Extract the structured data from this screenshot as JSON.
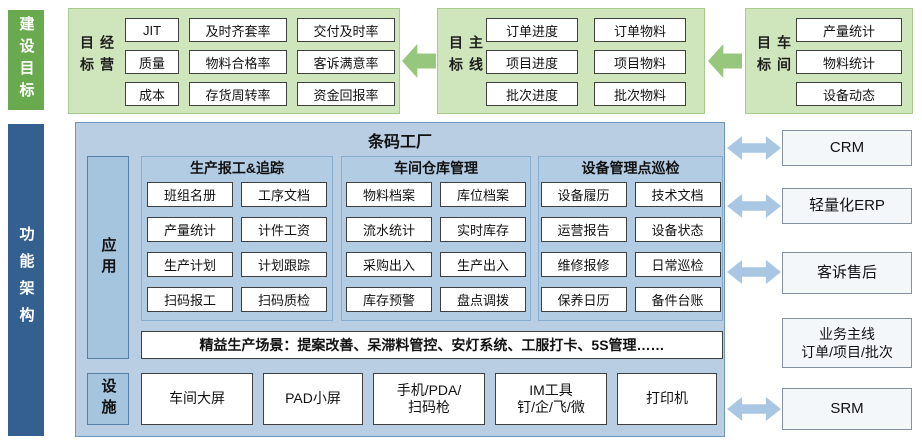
{
  "top": {
    "side_label": "建设目标",
    "groups": [
      {
        "label": "经营目标",
        "rows": [
          [
            "JIT",
            "及时齐套率",
            "交付及时率"
          ],
          [
            "质量",
            "物料合格率",
            "客诉满意率"
          ],
          [
            "成本",
            "存货周转率",
            "资金回报率"
          ]
        ]
      },
      {
        "label": "主线目标",
        "rows": [
          [
            "订单进度",
            "订单物料"
          ],
          [
            "项目进度",
            "项目物料"
          ],
          [
            "批次进度",
            "批次物料"
          ]
        ]
      },
      {
        "label": "车间目标",
        "rows": [
          [
            "产量统计"
          ],
          [
            "物料统计"
          ],
          [
            "设备动态"
          ]
        ]
      }
    ]
  },
  "main": {
    "side_label": "功能架构",
    "title": "条码工厂",
    "app_label": "应用",
    "modules": [
      {
        "title": "生产报工&追踪",
        "cells": [
          "班组名册",
          "工序文档",
          "产量统计",
          "计件工资",
          "生产计划",
          "计划跟踪",
          "扫码报工",
          "扫码质检"
        ]
      },
      {
        "title": "车间仓库管理",
        "cells": [
          "物料档案",
          "库位档案",
          "流水统计",
          "实时库存",
          "采购出入",
          "生产出入",
          "库存预警",
          "盘点调拨"
        ]
      },
      {
        "title": "设备管理点巡检",
        "cells": [
          "设备履历",
          "技术文档",
          "运营报告",
          "设备状态",
          "维修报修",
          "日常巡检",
          "保养日历",
          "备件台账"
        ]
      }
    ],
    "lean_bar": "精益生产场景：提案改善、呆滞料管控、安灯系统、工服打卡、5S管理……",
    "facility_label": "设施",
    "facilities": [
      [
        "车间大屏"
      ],
      [
        "PAD小屏"
      ],
      [
        "手机/PDA/",
        "扫码枪"
      ],
      [
        "IM工具",
        "钉/企/飞/微"
      ],
      [
        "打印机"
      ]
    ]
  },
  "right": {
    "items": [
      [
        "CRM"
      ],
      [
        "轻量化ERP"
      ],
      [
        "客诉售后"
      ],
      [
        "业务主线",
        "订单/项目/批次"
      ],
      [
        "SRM"
      ]
    ]
  },
  "colors": {
    "green_dark": "#6aaa4e",
    "green_light": "#cfe6bd",
    "green_arrow": "#97c77c",
    "blue_dark": "#33608f",
    "blue_light": "#b9cee3",
    "blue_arrow": "#a9c7e3"
  }
}
